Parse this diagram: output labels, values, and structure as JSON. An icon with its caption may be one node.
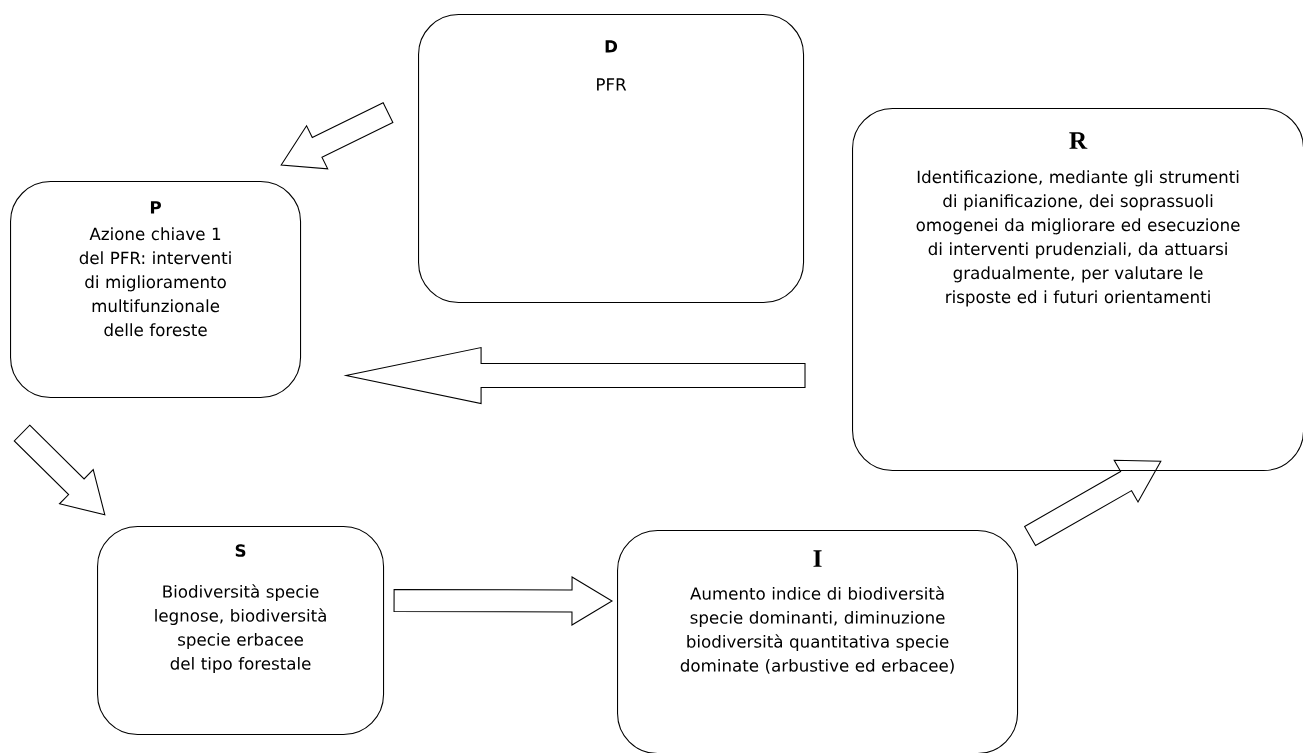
{
  "diagram": {
    "nodes": [
      {
        "text": [
          "D",
          "PFR"
        ]
      },
      {
        "text": [
          "P",
          "Azione chiave 1 del PFR: interventi di miglioramento multifunzionale delle foreste"
        ]
      },
      {
        "text": [
          "R",
          "Identificazione, mediante gli strumenti di pianificazione, dei soprassuoli omogenei da migliorare ed esecuzione di interventi prudenziali, da attuarsi gradualmente, per valutare le risposte ed i futuri orientamenti"
        ]
      },
      {
        "text": [
          "S",
          "Biodiversità specie legnose, biodiversità specie erbacee del tipo forestale"
        ]
      },
      {
        "text": [
          "I",
          "Aumento indice di biodiversità specie dominanti, diminuzione biodiversità quantitativa specie dominate (arbustive ed erbacee)"
        ]
      }
    ],
    "edges": [
      {
        "from": 0,
        "to": 1,
        "arrow": "to"
      },
      {
        "from": 2,
        "to": 1,
        "arrow": "to"
      },
      {
        "from": 1,
        "to": 3,
        "arrow": "to"
      },
      {
        "from": 3,
        "to": 4,
        "arrow": "to"
      },
      {
        "from": 4,
        "to": 2,
        "arrow": "to"
      }
    ]
  }
}
